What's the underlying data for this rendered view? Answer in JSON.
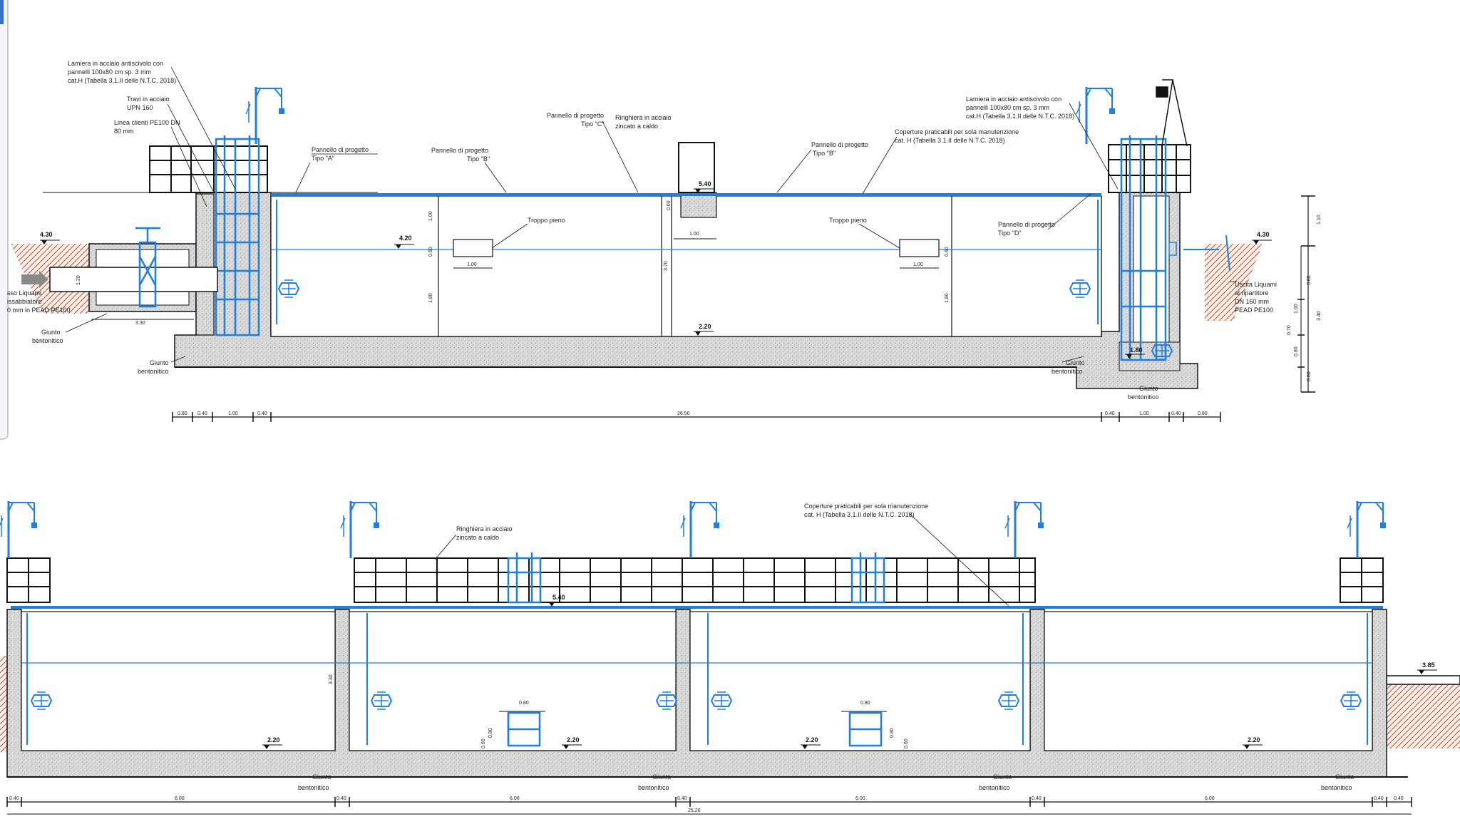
{
  "colors": {
    "structure": "#111111",
    "piping": "#1f7fe0",
    "concrete": "#d6d6d6",
    "soil": "#a5593a"
  },
  "section_upper": {
    "notes": {
      "lamiera_left": [
        "Lamiera in acciaio antiscivolo con",
        "pannelli 100x80 cm sp. 3 mm",
        "cat.H (Tabella 3.1.II delle N.T.C. 2018)"
      ],
      "travi": [
        "Travi in acciaio",
        "UPN 160"
      ],
      "linea_clienti": [
        "Linea clienti PE100 DN",
        "80 mm"
      ],
      "pannello_a": [
        "Pannello di progetto",
        "Tipo \"A\""
      ],
      "pannello_b": [
        "Pannello di progetto",
        "Tipo \"B\""
      ],
      "pannello_c": [
        "Pannello di progetto",
        "Tipo \"C\""
      ],
      "ringhiera_upper": [
        "Ringhiera in acciaio",
        "zincato a caldo"
      ],
      "pannello_b2": [
        "Pannello di progetto",
        "Tipo \"B\""
      ],
      "coperture_upper": [
        "Coperture praticabili per sola manutenzione",
        "cat. H (Tabella 3.1.II delle N.T.C. 2018)"
      ],
      "lamiera_right": [
        "Lamiera in acciaio antiscivolo con",
        "pannelli 100x80 cm sp. 3 mm",
        "cat.H (Tabella 3.1.II delle N.T.C. 2018)"
      ],
      "pannello_d": [
        "Pannello di progetto",
        "Tipo \"D\""
      ],
      "troppo_pieno_1": "Troppo pieno",
      "troppo_pieno_2": "Troppo pieno",
      "ingresso": [
        "sso Liquami",
        "issabbiatore",
        "0 mm in PEAD PE100"
      ],
      "giunto_1": [
        "Giunto",
        "bentonitico"
      ],
      "giunto_2": [
        "Giunto",
        "bentonitico"
      ],
      "giunto_3": [
        "Giunto",
        "bentonitico"
      ],
      "giunto_4": [
        "Giunto",
        "bentonitico"
      ],
      "uscita": [
        "Uscita Liquami",
        "al ripartitore",
        "DN 160 mm",
        "PEAD PE100"
      ]
    },
    "levels": {
      "l430_left": "4.30",
      "l420": "4.20",
      "l540": "5.40",
      "l220": "2.20",
      "l430_right": "4.30",
      "l180": "1.80"
    },
    "dims": {
      "d100_a": "1.00",
      "d100_b": "1.00",
      "d100_c": "1.00",
      "d100_d": "1.00",
      "d180_a": "1.80",
      "d180_b": "1.80",
      "d060_a": "0.60",
      "d060_b": "0.60",
      "d600": "0.60",
      "d370": "3.70",
      "d330": "3.30",
      "d120": "1.20",
      "bottom": [
        "0.80",
        "0.40",
        "1.00",
        "0.40",
        "26.50",
        "0.40",
        "1.00",
        "0.40",
        "0.80"
      ],
      "right": [
        "1.10",
        "3.80",
        "1.00",
        "0.70",
        "3.40",
        "0.80",
        "0.80"
      ]
    }
  },
  "section_lower": {
    "notes": {
      "ringhiera_lower": [
        "Ringhiera in acciaio",
        "zincato a caldo"
      ],
      "coperture_lower": [
        "Coperture praticabili per sola manutenzione",
        "cat. H (Tabella 3.1.II delle N.T.C. 2018)"
      ],
      "giunto_a": [
        "Giunto",
        "bentonitico"
      ],
      "giunto_b": [
        "Giunto",
        "bentonitico"
      ],
      "giunto_c": [
        "Giunto",
        "bentonitico"
      ],
      "giunto_d": [
        "Giunto",
        "bentonitico"
      ]
    },
    "levels": {
      "l540": "5.40",
      "l385": "3.85",
      "l220_a": "2.20",
      "l220_b": "2.20",
      "l220_c": "2.20",
      "l220_d": "2.20"
    },
    "dims": {
      "d080_a": "0.80",
      "d080_b": "0.80",
      "d080h_a": "0.80",
      "d080h_b": "0.80",
      "d060_a": "0.60",
      "d060_b": "0.60",
      "d330": "3.30",
      "bottom": [
        "0.40",
        "6.00",
        "0.40",
        "6.00",
        "0.40",
        "6.00",
        "0.40",
        "6.00",
        "0.40",
        "0.40"
      ],
      "total": "25.20"
    }
  }
}
